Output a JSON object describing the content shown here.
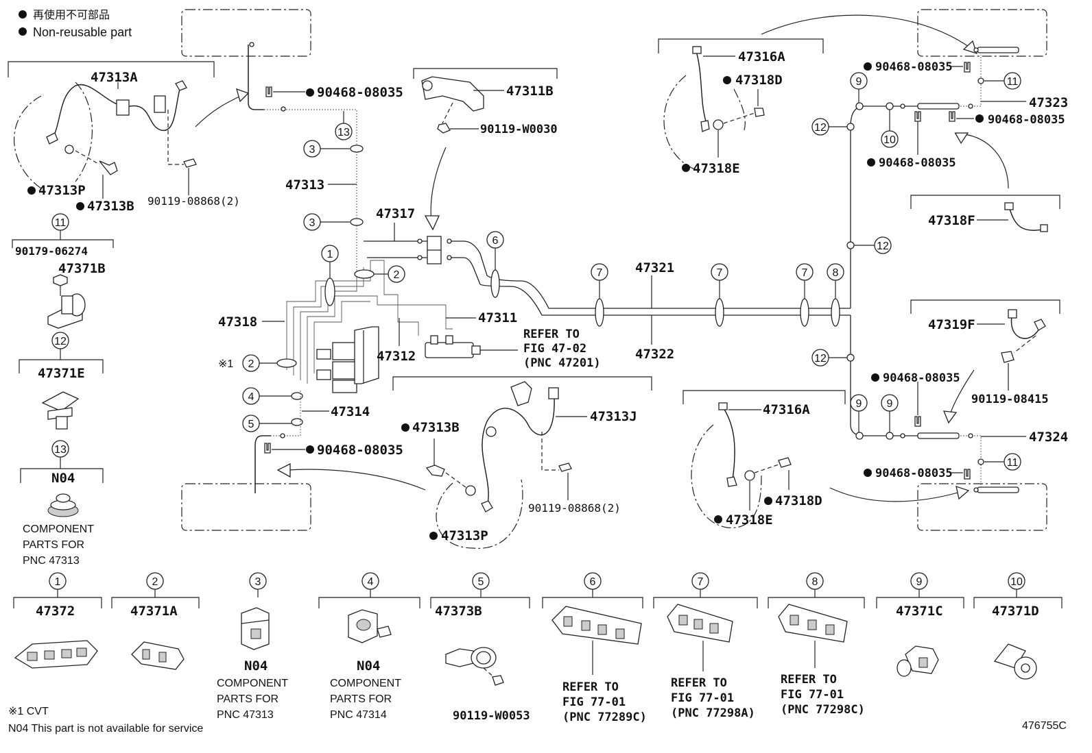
{
  "legend": {
    "dot_jp": "再使用不可部品",
    "dot_en": "Non-reusable part"
  },
  "footnotes": {
    "cvt": "※1 CVT",
    "n04": "N04 This part is not available for service",
    "fig_code": "476755C",
    "mark_1": "※1"
  },
  "labels": {
    "p47313A": "47313A",
    "p47313P_top": "47313P",
    "p47313B_top": "47313B",
    "p90119_08868_top": "90119-08868(2)",
    "p90468_top_left": "90468-08035",
    "p47313": "47313",
    "p47317": "47317",
    "p47318": "47318",
    "p47311B": "47311B",
    "p90119_W0030": "90119-W0030",
    "p47311": "47311",
    "p47312": "47312",
    "p47314": "47314",
    "p90468_bottom_left": "90468-08035",
    "p47321": "47321",
    "p47322": "47322",
    "refer_1": "REFER TO",
    "refer_2": "FIG 47-02",
    "refer_3": "(PNC 47201)",
    "p47313J": "47313J",
    "p47313B_mid": "47313B",
    "p47313P_mid": "47313P",
    "p90119_08868_mid": "90119-08868(2)",
    "p47316A_top": "47316A",
    "p47318D_top": "47318D",
    "p47318E_top": "47318E",
    "p90468_r1": "90468-08035",
    "p47323": "47323",
    "p90468_r2": "90468-08035",
    "p90468_r3": "90468-08035",
    "p47318F": "47318F",
    "p47319F": "47319F",
    "p90119_08415": "90119-08415",
    "p90468_r4": "90468-08035",
    "p47324": "47324",
    "p90468_r5": "90468-08035",
    "p47316A_bot": "47316A",
    "p47318D_bot": "47318D",
    "p47318E_bot": "47318E",
    "p90179_06274": "90179-06274",
    "p47371B": "47371B",
    "p47371E": "47371E",
    "n04_left": "N04",
    "comp_left_1": "COMPONENT",
    "comp_left_2": "PARTS FOR",
    "comp_left_3": "PNC 47313"
  },
  "callouts": [
    "1",
    "2",
    "3",
    "4",
    "5",
    "6",
    "7",
    "8",
    "9",
    "10",
    "11",
    "12",
    "13"
  ],
  "bottom_row": [
    {
      "num": "1",
      "pnc": "47372"
    },
    {
      "num": "2",
      "pnc": "47371A"
    },
    {
      "num": "3",
      "pnc": "N04",
      "note1": "COMPONENT",
      "note2": "PARTS FOR",
      "note3": "PNC 47313"
    },
    {
      "num": "4",
      "pnc": "N04",
      "note1": "COMPONENT",
      "note2": "PARTS FOR",
      "note3": "PNC 47314"
    },
    {
      "num": "5",
      "pnc": "47373B",
      "bolt": "90119-W0053"
    },
    {
      "num": "6",
      "note1": "REFER TO",
      "note2": "FIG 77-01",
      "note3": "(PNC 77289C)"
    },
    {
      "num": "7",
      "note1": "REFER TO",
      "note2": "FIG 77-01",
      "note3": "(PNC 77298A)"
    },
    {
      "num": "8",
      "note1": "REFER TO",
      "note2": "FIG 77-01",
      "note3": "(PNC 77298C)"
    },
    {
      "num": "9",
      "pnc": "47371C"
    },
    {
      "num": "10",
      "pnc": "47371D"
    }
  ]
}
